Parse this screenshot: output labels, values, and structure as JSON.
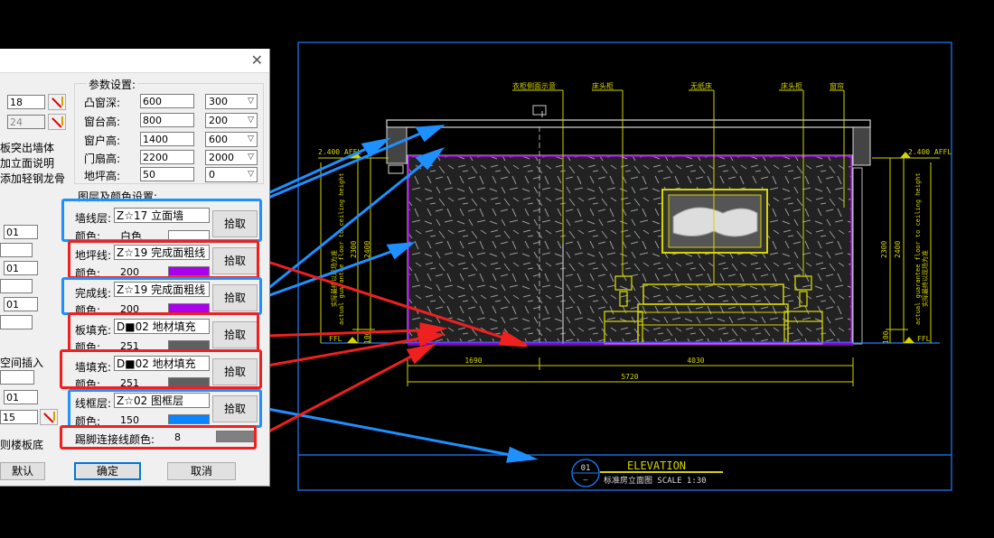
{
  "colors": {
    "blue": "#1e90ff",
    "red": "#ee2020",
    "purple": "#aa00ee",
    "gray": "#666666",
    "frame_blue": "#1e7fff",
    "cad_yellow": "#d4d400"
  },
  "dialog": {
    "close": "✕",
    "left": {
      "top_value_1": "18",
      "top_value_2": "24",
      "check1": "板突出墙体",
      "check2": "加立面说明",
      "check3": "添加轻钢龙骨",
      "v01a": "01",
      "v01b": "01",
      "v01c": "01",
      "space_insert": "空间插入",
      "v01d": "01",
      "v15": "15",
      "baseboard": "则楼板底"
    },
    "params": {
      "title": "参数设置:",
      "rows": [
        {
          "label": "凸窗深:",
          "value": "600",
          "option": "300"
        },
        {
          "label": "窗台高:",
          "value": "800",
          "option": "200"
        },
        {
          "label": "窗户高:",
          "value": "1400",
          "option": "600"
        },
        {
          "label": "门扇高:",
          "value": "2200",
          "option": "2000"
        },
        {
          "label": "地坪高:",
          "value": "50",
          "option": "0"
        }
      ]
    },
    "layers": {
      "title": "图层及颜色设置:",
      "color_label": "颜色:",
      "pick_label": "拾取",
      "rows": [
        {
          "label": "墙线层:",
          "layer": "Z☆17 立面墙",
          "color_value": "白色",
          "swatch": "#ffffff"
        },
        {
          "label": "地坪线:",
          "layer": "Z☆19 完成面粗线",
          "color_value": "200",
          "swatch": "#aa00ee"
        },
        {
          "label": "完成线:",
          "layer": "Z☆19 完成面粗线",
          "color_value": "200",
          "swatch": "#aa00ee"
        },
        {
          "label": "板填充:",
          "layer": "D■02 地材填充",
          "color_value": "251",
          "swatch": "#5f5f5f"
        },
        {
          "label": "墙填充:",
          "layer": "D■02 地材填充",
          "color_value": "251",
          "swatch": "#5f5f5f"
        },
        {
          "label": "线框层:",
          "layer": "Z☆02 图框层",
          "color_value": "150",
          "swatch": "#0a84ff"
        }
      ],
      "kick_label": "踢脚连接线颜色:",
      "kick_value": "8",
      "kick_swatch": "#808080"
    },
    "buttons": {
      "default": "默认",
      "ok": "确定",
      "cancel": "取消"
    }
  },
  "drawing": {
    "top_labels": [
      "衣柜侧面示意",
      "床头柜",
      "无纸床",
      "床头柜",
      "窗帘"
    ],
    "level_left": "2.400 AFFL",
    "level_right": "2.400 AFFL",
    "ffl": "FFL",
    "vert_text_left_1": "实际最终以现场为准",
    "vert_text_left_2": "actual guarantee floor to ceiling height",
    "vert_text_right_1": "actual guarantee floor to ceiling height",
    "vert_text_right_2": "实际最终以现场为准",
    "dims_left": [
      "2400",
      "2300",
      "100"
    ],
    "dims_right": [
      "2300",
      "2400",
      "100"
    ],
    "dim_1690": "1690",
    "dim_4030": "4030",
    "dim_5720": "5720",
    "title_number": "01",
    "title_sub": "—",
    "title": "ELEVATION",
    "subtitle": "标准房立面图 SCALE 1:30"
  }
}
